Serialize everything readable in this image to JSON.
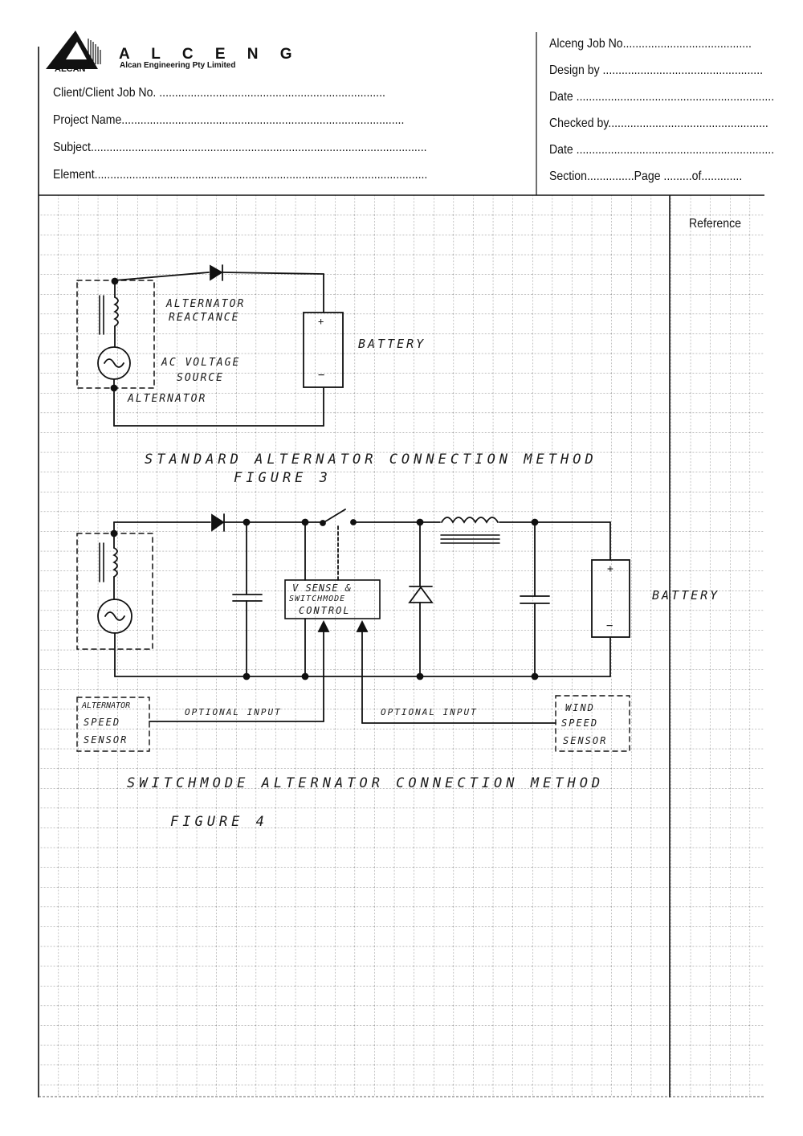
{
  "header": {
    "logo_name": "A L C E N G",
    "logo_subtitle": "Alcan Engineering Pty Limited",
    "logo_mark": "ALCAN",
    "left_fields": [
      "Client/Client Job No. ........................................................................",
      "Project Name..........................................................................................",
      "Subject...........................................................................................................",
      "Element.........................................................................................................."
    ],
    "right_fields": [
      "Alceng Job No.........................................",
      "Design by ...................................................",
      "Date ...............................................................",
      "Checked by...................................................",
      "Date ...............................................................",
      "Section...............Page .........of............."
    ],
    "reference_label": "Reference"
  },
  "figure3": {
    "label_reactance_1": "ALTERNATOR",
    "label_reactance_2": "REACTANCE",
    "label_source_1": "AC VOLTAGE",
    "label_source_2": "SOURCE",
    "label_alternator": "ALTERNATOR",
    "label_battery": "BATTERY",
    "plus": "+",
    "minus": "−",
    "caption": "STANDARD ALTERNATOR CONNECTION METHOD",
    "figure_label": "FIGURE 3"
  },
  "figure4": {
    "label_control_1": "V SENSE &",
    "label_control_2": "SWITCHMODE",
    "label_control_3": "CONTROL",
    "label_battery": "BATTERY",
    "plus": "+",
    "minus": "−",
    "label_alt_sensor_1": "ALTERNATOR",
    "label_alt_sensor_2": "SPEED",
    "label_alt_sensor_3": "SENSOR",
    "label_optional_1": "OPTIONAL INPUT",
    "label_optional_2": "OPTIONAL INPUT",
    "label_wind_sensor_1": "WIND",
    "label_wind_sensor_2": "SPEED",
    "label_wind_sensor_3": "SENSOR",
    "caption": "SWITCHMODE ALTERNATOR CONNECTION METHOD",
    "figure_label": "FIGURE 4"
  }
}
